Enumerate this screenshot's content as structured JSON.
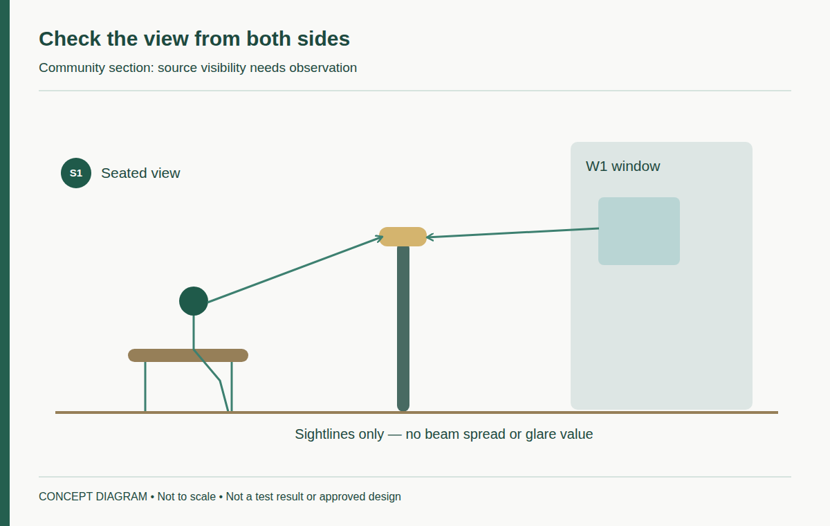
{
  "diagram": {
    "title": "Check the view from both sides",
    "nodes": [
      {
        "text": [
          "S1",
          "Seated view"
        ]
      },
      {
        "text": [
          "W1 window"
        ]
      }
    ],
    "labels": [
      "Community section: source visibility needs observation",
      "Sightlines only — no beam spread or glare value",
      "CONCEPT DIAGRAM • Not to scale • Not a test result or approved design"
    ]
  }
}
